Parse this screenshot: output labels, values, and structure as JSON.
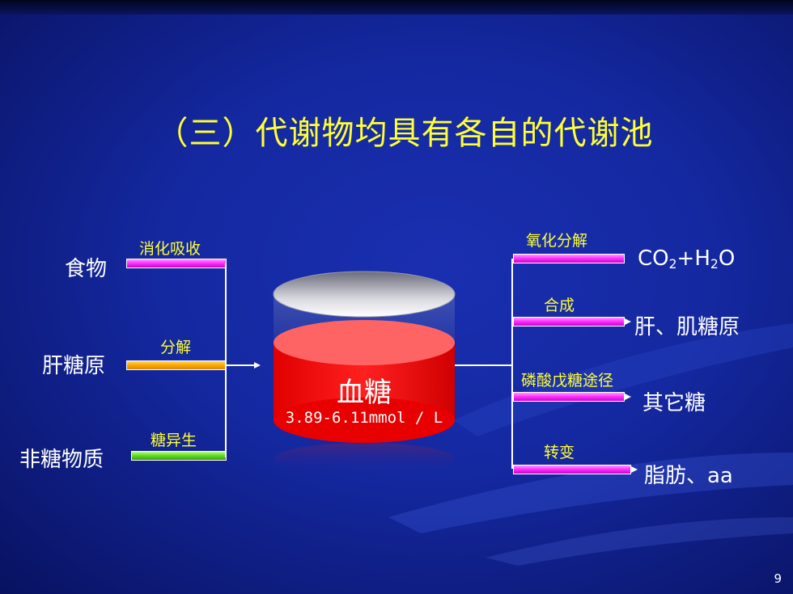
{
  "title": "（三）代谢物均具有各自的代谢池",
  "sources": [
    {
      "name": "食物",
      "process": "消化吸收"
    },
    {
      "name": "肝糖原",
      "process": "分解"
    },
    {
      "name": "非糖物质",
      "process": "糖异生"
    }
  ],
  "pool": {
    "name": "血糖",
    "range": "3.89-6.11mmol / L"
  },
  "outputs": [
    {
      "process": "氧化分解",
      "target_parts": [
        "CO",
        "2",
        "+H",
        "2",
        "O"
      ]
    },
    {
      "process": "合成",
      "target": "肝、肌糖原"
    },
    {
      "process": "磷酸戊糖途径",
      "target": "其它糖"
    },
    {
      "process": "转变",
      "target": "脂肪、aa"
    }
  ],
  "page_number": "9",
  "colors": {
    "background": "#1428a0",
    "title": "#ffff33",
    "process_label": "#ffff33",
    "cylinder_body": "#ff1a1a",
    "cylinder_top": "#ff6666",
    "pink_bar": "#ff33ff",
    "orange_bar": "#ffaa00",
    "green_bar": "#66dd22"
  }
}
